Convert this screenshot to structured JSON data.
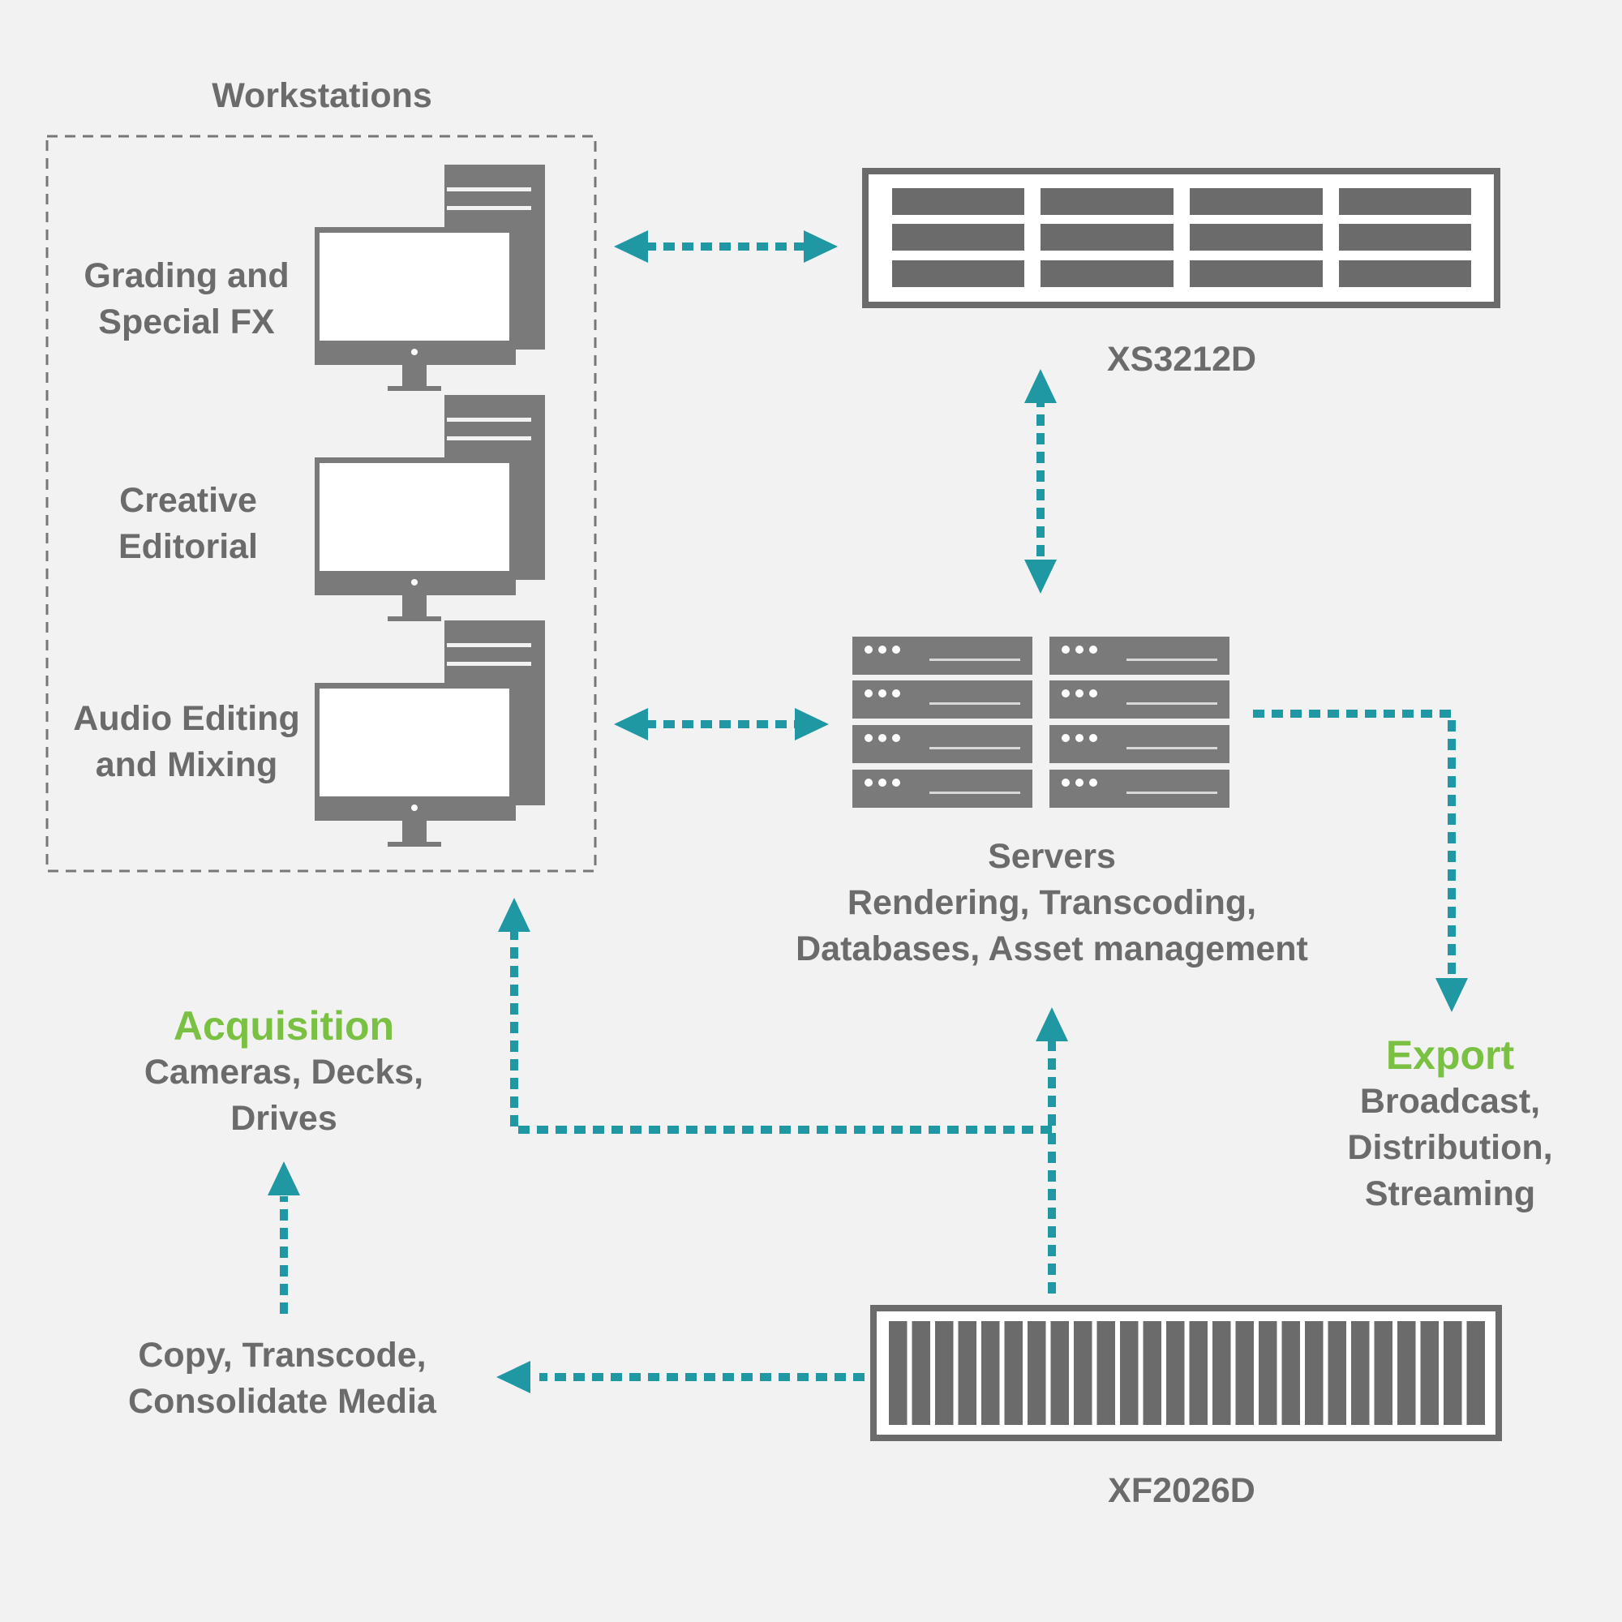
{
  "colors": {
    "background": "#f2f2f2",
    "device": "#6b6b6b",
    "arrow": "#1f98a3",
    "accent": "#7ac143"
  },
  "workstations": {
    "title": "Workstations",
    "items": [
      {
        "line1": "Grading and",
        "line2": "Special FX",
        "icon": "workstation-icon"
      },
      {
        "line1": "Creative",
        "line2": "Editorial",
        "icon": "workstation-icon"
      },
      {
        "line1": "Audio Editing",
        "line2": "and Mixing",
        "icon": "workstation-icon"
      }
    ]
  },
  "xs_storage": {
    "label": "XS3212D",
    "icon": "storage-array-icon"
  },
  "servers": {
    "title": "Servers",
    "line1": "Rendering, Transcoding,",
    "line2": "Databases, Asset management",
    "icon": "server-rack-icon"
  },
  "acquisition": {
    "title": "Acquisition",
    "line1": "Cameras, Decks,",
    "line2": "Drives"
  },
  "export": {
    "title": "Export",
    "line1": "Broadcast,",
    "line2": "Distribution,",
    "line3": "Streaming"
  },
  "copy": {
    "line1": "Copy, Transcode,",
    "line2": "Consolidate Media"
  },
  "xf_storage": {
    "label": "XF2026D",
    "icon": "storage-array-icon"
  }
}
